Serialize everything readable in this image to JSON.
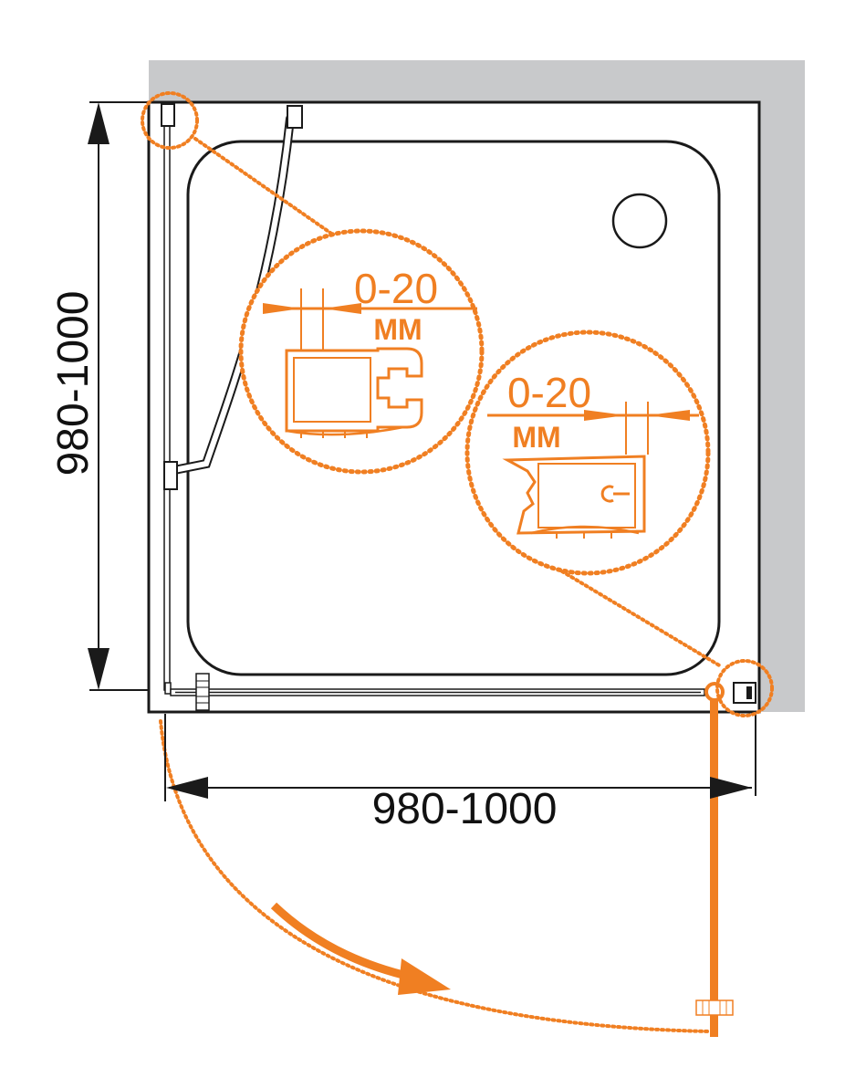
{
  "dimensions": {
    "width_label": "980-1000",
    "depth_label": "980-1000"
  },
  "details": {
    "left": {
      "range": "0-20",
      "unit": "ММ"
    },
    "right": {
      "range": "0-20",
      "unit": "ММ"
    }
  },
  "colors": {
    "accent": "#f07f22",
    "wall": "#c8c9cb",
    "line": "#1a1a1a"
  },
  "icons": {
    "swing_direction": "curved-arrow-icon",
    "door_handle": "handle-icon"
  }
}
